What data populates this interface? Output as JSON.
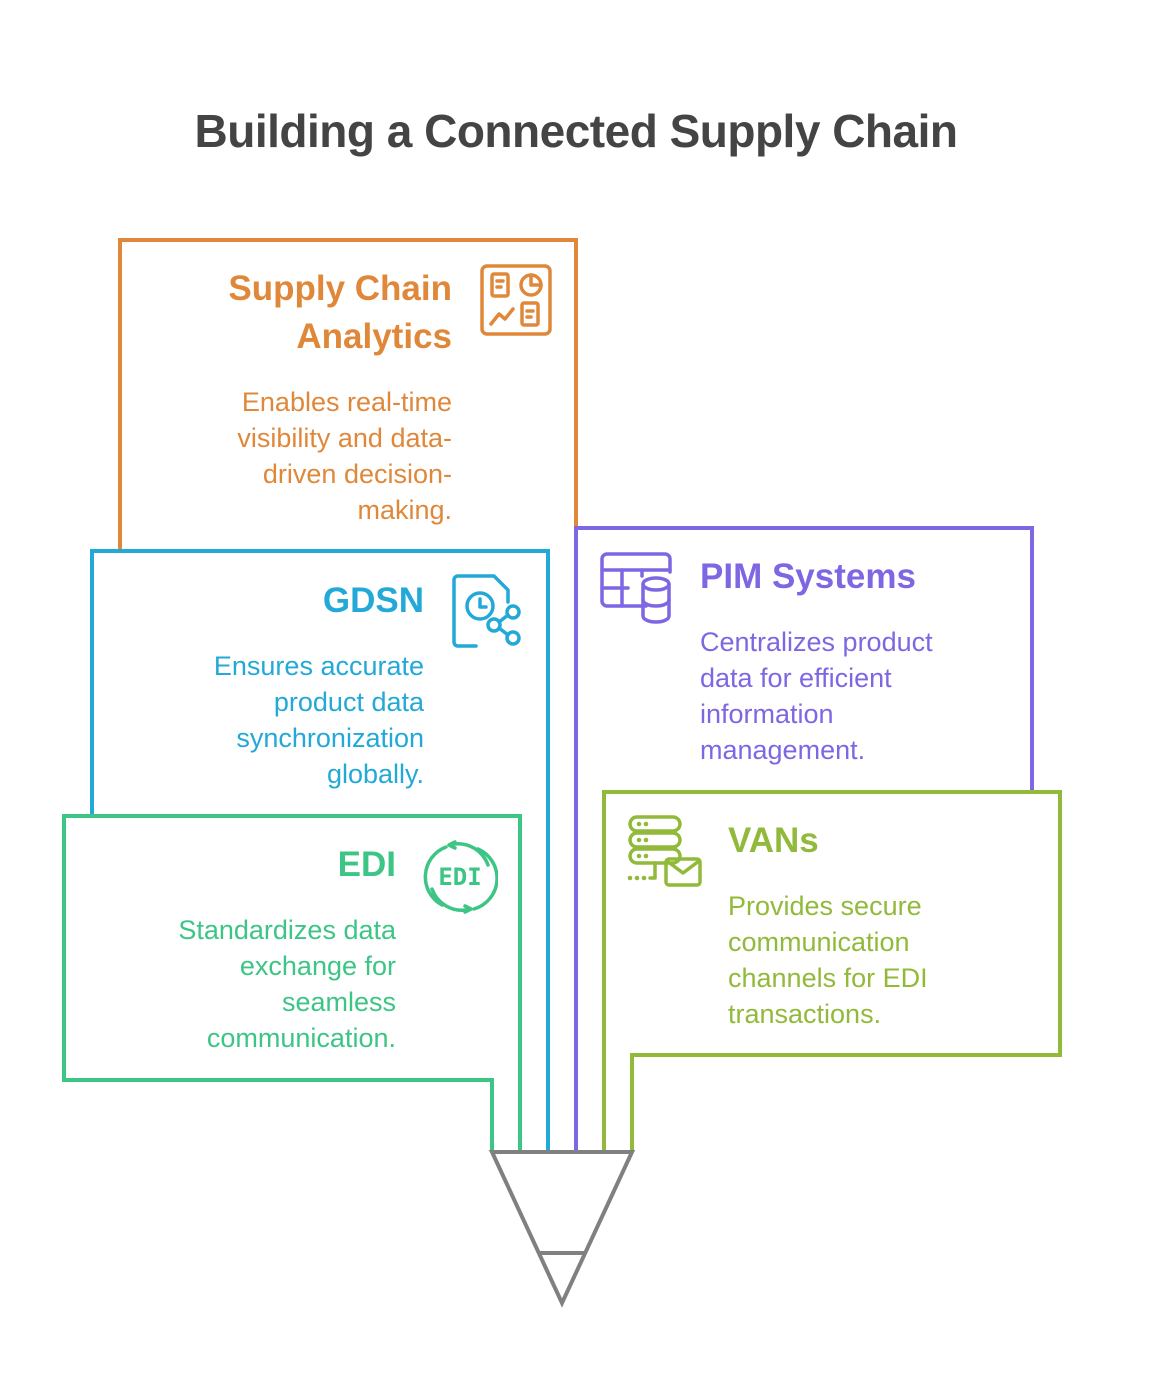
{
  "title": "Building a Connected Supply Chain",
  "colors": {
    "analytics": "#E0883A",
    "gdsn": "#22A9D8",
    "pim": "#7F66E3",
    "edi": "#3DC585",
    "vans": "#92BA3A",
    "funnel": "#808080",
    "title": "#444444"
  },
  "items": [
    {
      "id": "analytics",
      "title": "Supply Chain Analytics",
      "title_lines": [
        "Supply Chain",
        "Analytics"
      ],
      "description": "Enables real-time visibility and data-driven decision-making.",
      "desc_lines": [
        "Enables real-time",
        "visibility and data-",
        "driven decision-",
        "making."
      ],
      "icon": "dashboard-analytics-icon"
    },
    {
      "id": "gdsn",
      "title": "GDSN",
      "title_lines": [
        "GDSN"
      ],
      "description": "Ensures accurate product data synchronization globally.",
      "desc_lines": [
        "Ensures accurate",
        "product data",
        "synchronization",
        "globally."
      ],
      "icon": "file-clock-share-icon"
    },
    {
      "id": "pim",
      "title": "PIM Systems",
      "title_lines": [
        "PIM Systems"
      ],
      "description": "Centralizes product data for efficient information management.",
      "desc_lines": [
        "Centralizes product",
        "data for efficient",
        "information",
        "management."
      ],
      "icon": "table-database-icon"
    },
    {
      "id": "edi",
      "title": "EDI",
      "title_lines": [
        "EDI"
      ],
      "description": "Standardizes data exchange for seamless communication.",
      "desc_lines": [
        "Standardizes data",
        "exchange for",
        "seamless",
        "communication."
      ],
      "icon": "edi-exchange-icon",
      "icon_text": "EDI"
    },
    {
      "id": "vans",
      "title": "VANs",
      "title_lines": [
        "VANs"
      ],
      "description": "Provides secure communication channels for EDI transactions.",
      "desc_lines": [
        "Provides secure",
        "communication",
        "channels for EDI",
        "transactions."
      ],
      "icon": "server-mail-icon"
    }
  ]
}
